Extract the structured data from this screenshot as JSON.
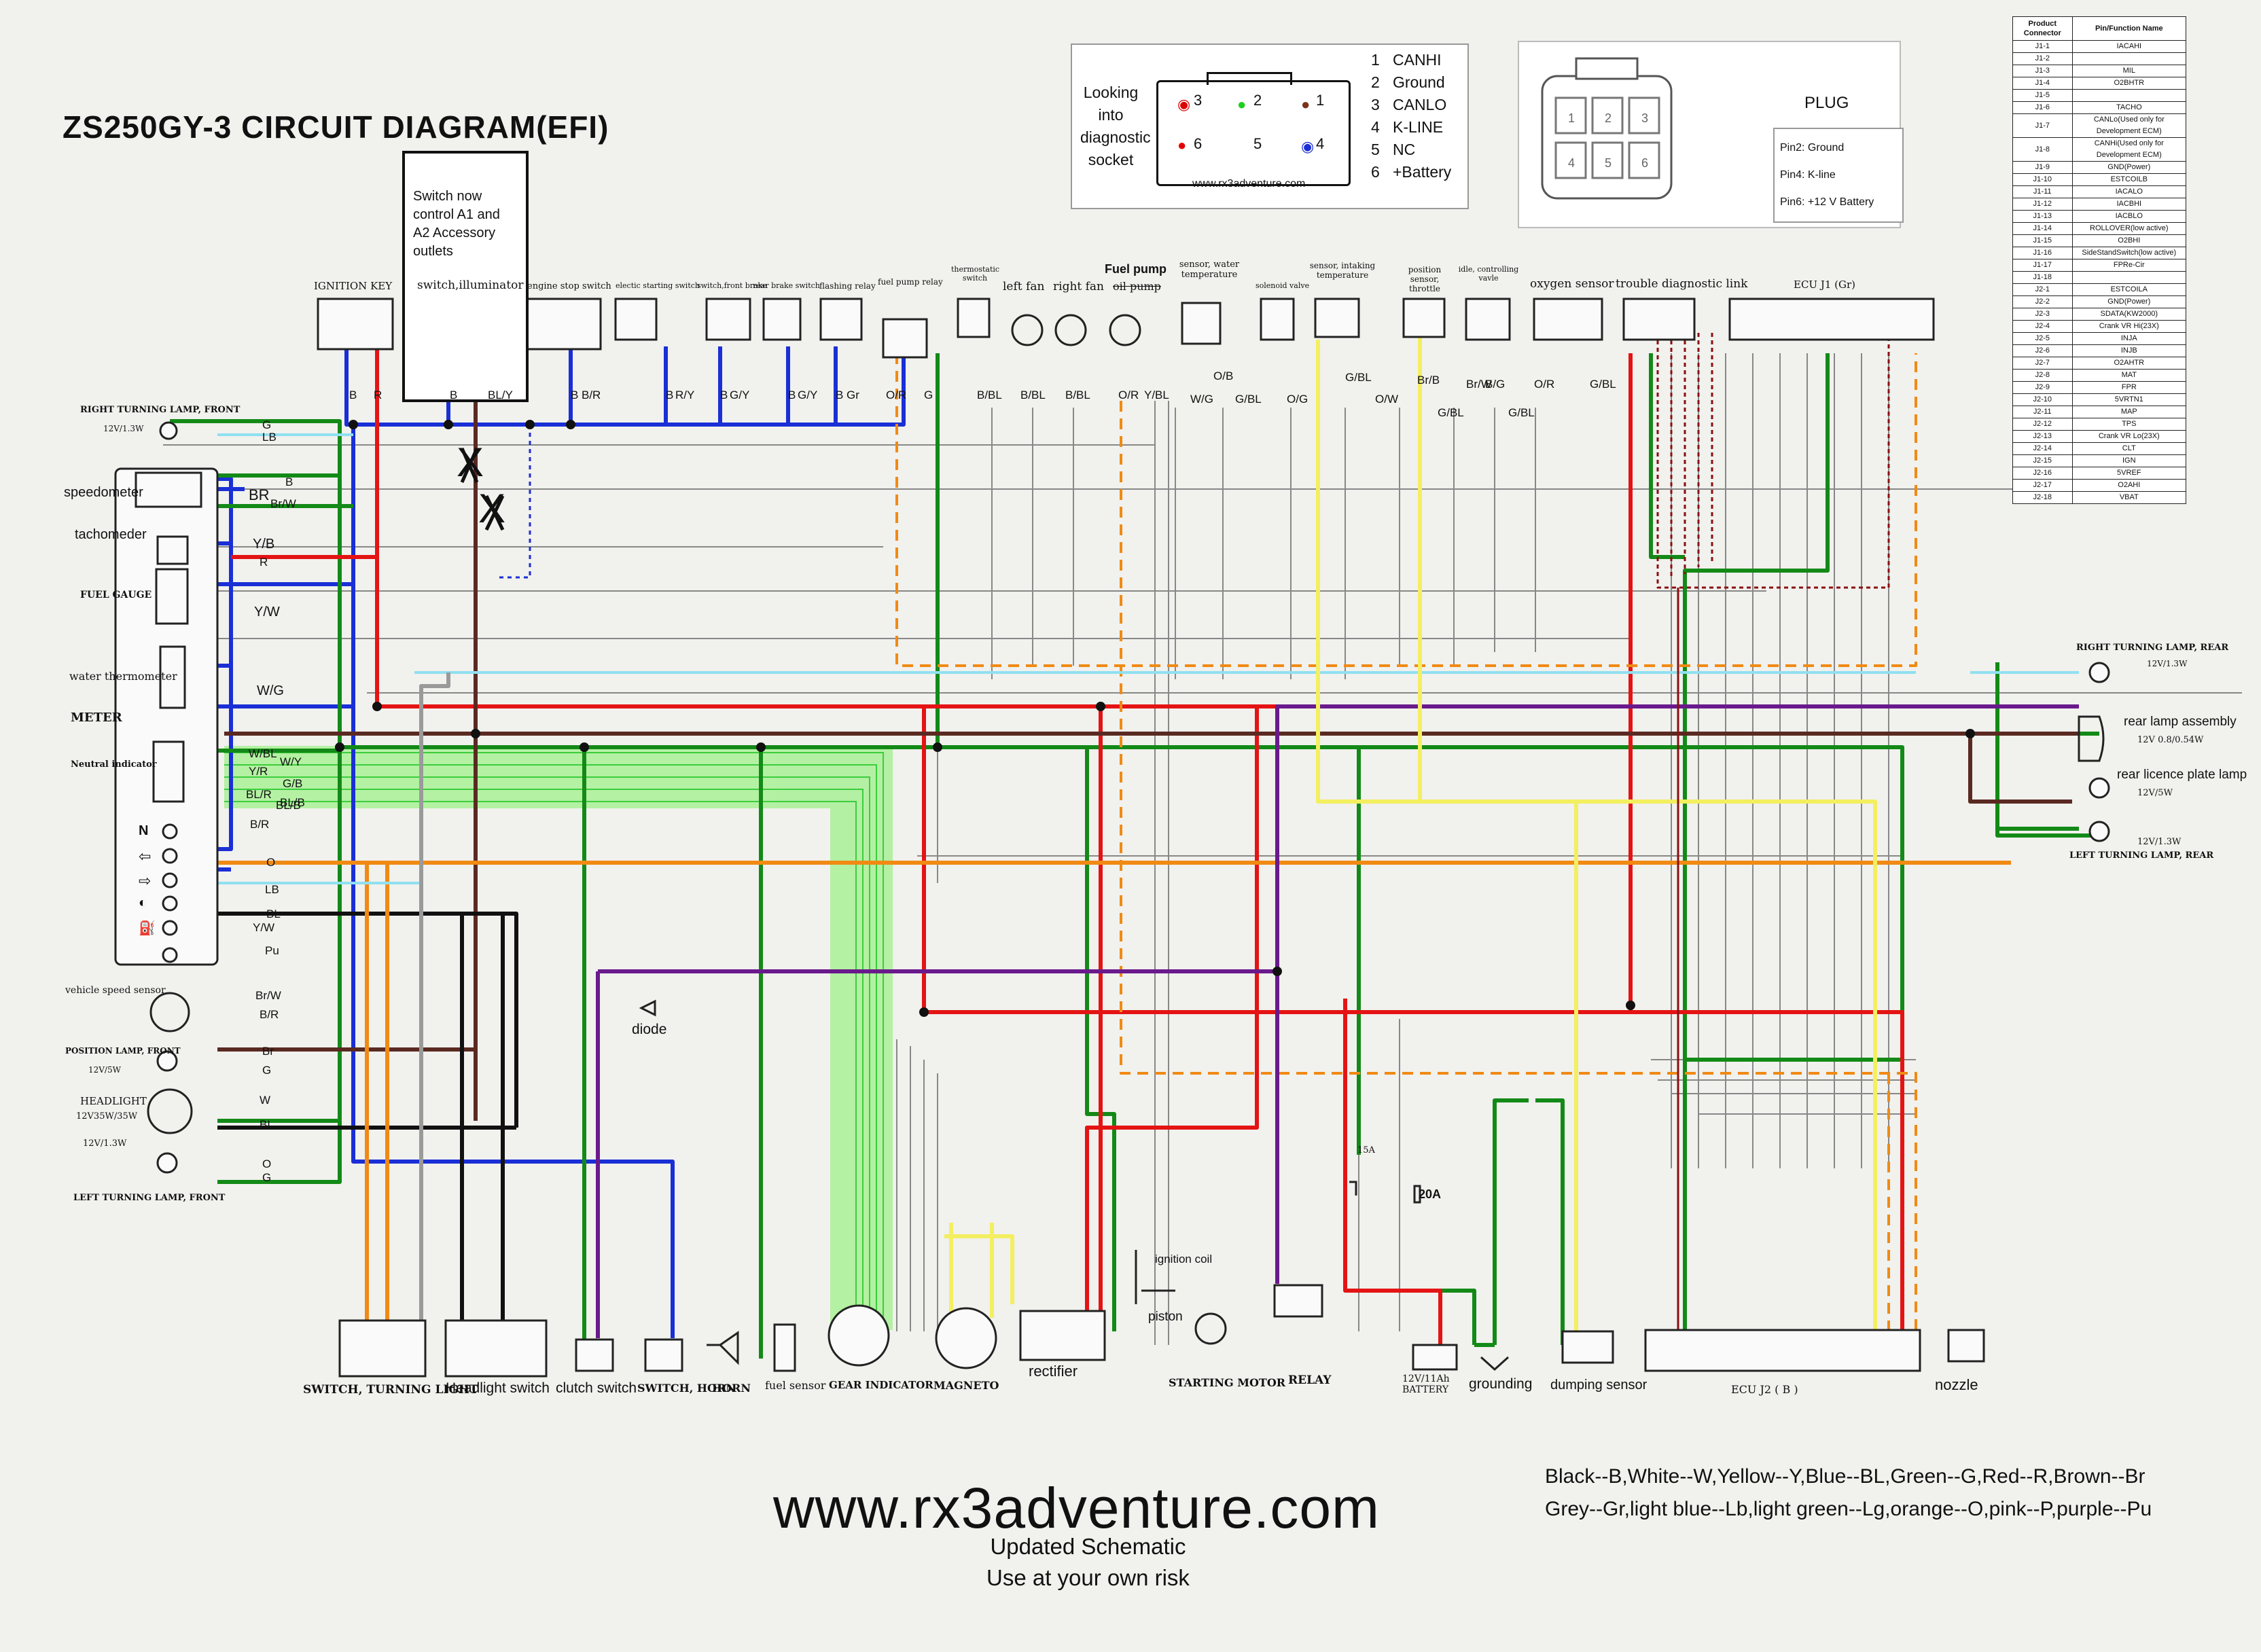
{
  "title": "ZS250GY-3 CIRCUIT DIAGRAM(EFI)",
  "switch_note": "Switch now control A1 and A2 Accessory outlets",
  "diagnostic": {
    "looking": "Looking into diagnostic socket",
    "pins": [
      {
        "num": "1",
        "label": "CANHI"
      },
      {
        "num": "2",
        "label": "Ground"
      },
      {
        "num": "3",
        "label": "CANLO"
      },
      {
        "num": "4",
        "label": "K-LINE"
      },
      {
        "num": "5",
        "label": "NC"
      },
      {
        "num": "6",
        "label": "+Battery"
      }
    ],
    "socket_pins": [
      "3",
      "2",
      "1",
      "6",
      "5",
      "4"
    ],
    "url": "www.rx3adventure.com"
  },
  "plug": {
    "title": "PLUG",
    "info": [
      "Pin2: Ground",
      "Pin4: K-line",
      "Pin6: +12 V Battery"
    ],
    "cells": [
      "1",
      "2",
      "3",
      "4",
      "5",
      "6"
    ]
  },
  "pin_table": {
    "headers": [
      "Product Connector",
      "Pin/Function Name"
    ],
    "rows": [
      [
        "J1-1",
        "IACAHI"
      ],
      [
        "J1-2",
        ""
      ],
      [
        "J1-3",
        "MIL"
      ],
      [
        "J1-4",
        "O2BHTR"
      ],
      [
        "J1-5",
        ""
      ],
      [
        "J1-6",
        "TACHO"
      ],
      [
        "J1-7",
        "CANLo(Used only for Development ECM)"
      ],
      [
        "J1-8",
        "CANHi(Used only for Development ECM)"
      ],
      [
        "J1-9",
        "GND(Power)"
      ],
      [
        "J1-10",
        "ESTCOILB"
      ],
      [
        "J1-11",
        "IACALO"
      ],
      [
        "J1-12",
        "IACBHI"
      ],
      [
        "J1-13",
        "IACBLO"
      ],
      [
        "J1-14",
        "ROLLOVER(low active)"
      ],
      [
        "J1-15",
        "O2BHI"
      ],
      [
        "J1-16",
        "SideStandSwitch(low active)"
      ],
      [
        "J1-17",
        "FPRe-Cir"
      ],
      [
        "J1-18",
        ""
      ],
      [
        "J2-1",
        "ESTCOILA"
      ],
      [
        "J2-2",
        "GND(Power)"
      ],
      [
        "J2-3",
        "SDATA(KW2000)"
      ],
      [
        "J2-4",
        "Crank VR Hi(23X)"
      ],
      [
        "J2-5",
        "INJA"
      ],
      [
        "J2-6",
        "INJB"
      ],
      [
        "J2-7",
        "O2AHTR"
      ],
      [
        "J2-8",
        "MAT"
      ],
      [
        "J2-9",
        "FPR"
      ],
      [
        "J2-10",
        "5VRTN1"
      ],
      [
        "J2-11",
        "MAP"
      ],
      [
        "J2-12",
        "TPS"
      ],
      [
        "J2-13",
        "Crank VR Lo(23X)"
      ],
      [
        "J2-14",
        "CLT"
      ],
      [
        "J2-15",
        "IGN"
      ],
      [
        "J2-16",
        "5VREF"
      ],
      [
        "J2-17",
        "O2AHI"
      ],
      [
        "J2-18",
        "VBAT"
      ]
    ]
  },
  "top_components": [
    "IGNITION KEY",
    "switch,illuminator",
    "engine stop switch",
    "electic starting switch",
    "switch,front brake",
    "rear brake switch",
    "flashing relay",
    "fuel pump relay",
    "thermostatic switch",
    "left fan",
    "right fan",
    "Fuel pump",
    "oil pump",
    "sensor, water temperature",
    "solenoid valve",
    "sensor, intaking temperature",
    "position sensor, throttle",
    "idle, controlling vavle",
    "oxygen sensor",
    "trouble diagnostic link",
    "ECU J1 (Gr)"
  ],
  "left_components": {
    "right_turn_front": "RIGHT TURNING LAMP, FRONT",
    "right_turn_front_spec": "12V/1.3W",
    "speedometer": "speedometer",
    "tachometer": "tachomeder",
    "fuel_gauge": "FUEL GAUGE",
    "water_thermometer": "water thermometer",
    "meter": "METER",
    "neutral": "Neutral indicator",
    "vehicle_speed": "vehicle speed sensor",
    "position_lamp": "POSITION LAMP, FRONT",
    "position_lamp_spec": "12V/5W",
    "headlight": "HEADLIGHT",
    "headlight_spec": "12V35W/35W",
    "left_turn_front_spec": "12V/1.3W",
    "left_turn_front": "LEFT TURNING LAMP, FRONT",
    "indicator_N": "N"
  },
  "right_components": {
    "right_turn_rear": "RIGHT TURNING LAMP, REAR",
    "right_turn_rear_spec": "12V/1.3W",
    "rear_lamp": "rear lamp assembly",
    "rear_lamp_spec": "12V 0.8/0.54W",
    "licence": "rear licence plate lamp",
    "licence_spec": "12V/5W",
    "left_turn_rear_spec": "12V/1.3W",
    "left_turn_rear": "LEFT TURNING LAMP, REAR"
  },
  "bottom_components": {
    "switch_turning": "SWITCH, TURNING LIGHT",
    "headlight_switch": "Headlight switch",
    "clutch_switch": "clutch switch",
    "switch_horn": "SWITCH, HORN",
    "horn": "HORN",
    "fuel_sensor": "fuel sensor",
    "gear_indicator": "GEAR INDICATOR",
    "magneto": "MAGNETO",
    "rectifier": "rectifier",
    "ignition_coil": "ignition coil",
    "piston": "piston",
    "starting_motor": "STARTING MOTOR",
    "relay": "RELAY",
    "battery": "12V/11Ah BATTERY",
    "grounding": "grounding",
    "dumping_sensor": "dumping sensor",
    "ecu_j2": "ECU J2 ( B )",
    "nozzle": "nozzle",
    "diode": "diode",
    "fuse_15": "15A",
    "fuse_20": "20A"
  },
  "left_wire_labels": [
    "G",
    "LB",
    "B",
    "BR",
    "Br/W",
    "Y/B",
    "R",
    "Y/W",
    "W/G",
    "W/BL",
    "Y/R",
    "BL/R",
    "BL/B",
    "B/R",
    "O",
    "LB",
    "BL",
    "Y/W",
    "Pu",
    "Br/W",
    "B/R",
    "Br",
    "G",
    "W",
    "BL",
    "O",
    "G"
  ],
  "top_wire_labels": [
    "B",
    "R",
    "B",
    "BL/Y",
    "B",
    "B/R",
    "B",
    "R/Y",
    "B",
    "G/Y",
    "B",
    "G/Y",
    "B",
    "Gr",
    "O/R",
    "G",
    "B/BL",
    "B/BL",
    "B/BL",
    "O/R",
    "Y/BL",
    "O/B",
    "W/G",
    "G/BL",
    "O/G",
    "G/BL",
    "O/W",
    "Br/B",
    "G/BL",
    "Br/W",
    "B/G",
    "G/BL",
    "O/R",
    "G/BL"
  ],
  "gear_wire_labels": [
    "W/Y",
    "G/B",
    "BL/B"
  ],
  "mark_x": "X",
  "legend": [
    "Black--B,White--W,Yellow--Y,Blue--BL,Green--G,Red--R,Brown--Br",
    "Grey--Gr,light blue--Lb,light green--Lg,orange--O,pink--P,purple--Pu"
  ],
  "footer_url": "www.rx3adventure.com",
  "footer_note": [
    "Updated Schematic",
    "Use at your own risk"
  ],
  "colors": {
    "background": "#f1f1ee",
    "black": "#111111",
    "blue": "#1a2fd6",
    "green": "#138a17",
    "red": "#e41414",
    "brown": "#5a2a22",
    "orange": "#f08a14",
    "yellow": "#f3ef60",
    "purple": "#6a1a8c",
    "light_blue": "#8fe0f0",
    "grey": "#9a9a9a",
    "light_green_highlight": "#9ff08a",
    "dark_red_dashed": "#8a1010"
  }
}
